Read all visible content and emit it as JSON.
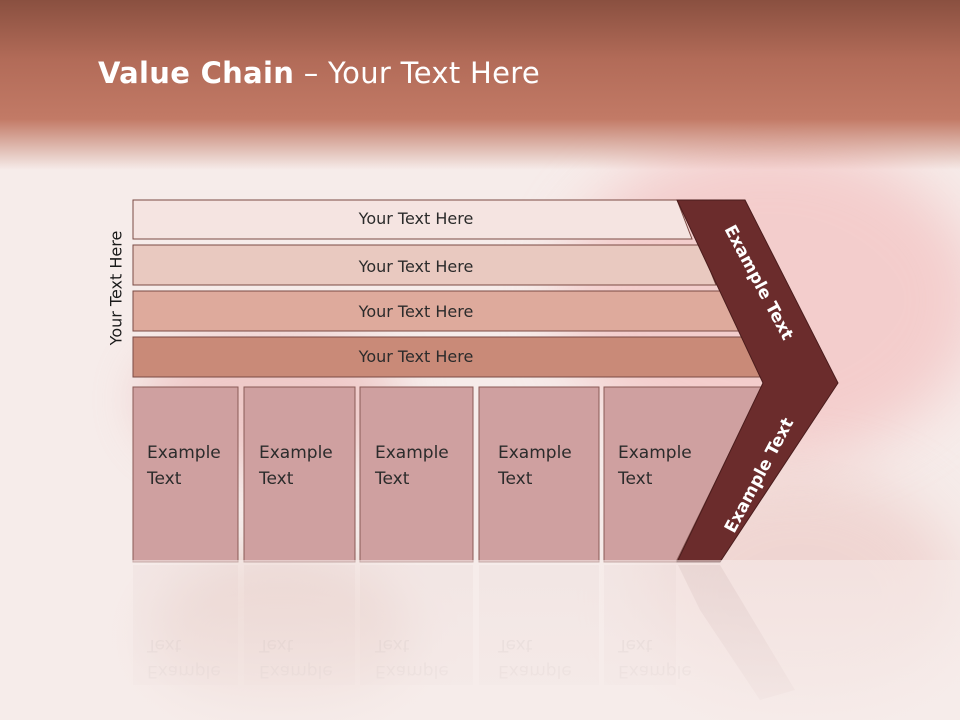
{
  "slide": {
    "title_bold": "Value Chain",
    "title_rest": " – Your Text Here",
    "side_label": "Your Text Here"
  },
  "bars": [
    {
      "label": "Your Text Here",
      "fill": "#f5e4e1"
    },
    {
      "label": "Your Text Here",
      "fill": "#e9c9c0"
    },
    {
      "label": "Your Text Here",
      "fill": "#deaa9c"
    },
    {
      "label": "Your Text Here",
      "fill": "#c98a78"
    }
  ],
  "columns": [
    {
      "line1": "Example",
      "line2": "Text"
    },
    {
      "line1": "Example",
      "line2": "Text"
    },
    {
      "line1": "Example",
      "line2": "Text"
    },
    {
      "line1": "Example",
      "line2": "Text"
    },
    {
      "line1": "Example",
      "line2": "Text"
    }
  ],
  "chevron_upper": "Example Text",
  "chevron_lower": "Example Text",
  "colors": {
    "header": "#b26b58",
    "chevron": "#6b2c2c",
    "column_fill": "#cfa0a0",
    "outline": "#7a4a44"
  }
}
